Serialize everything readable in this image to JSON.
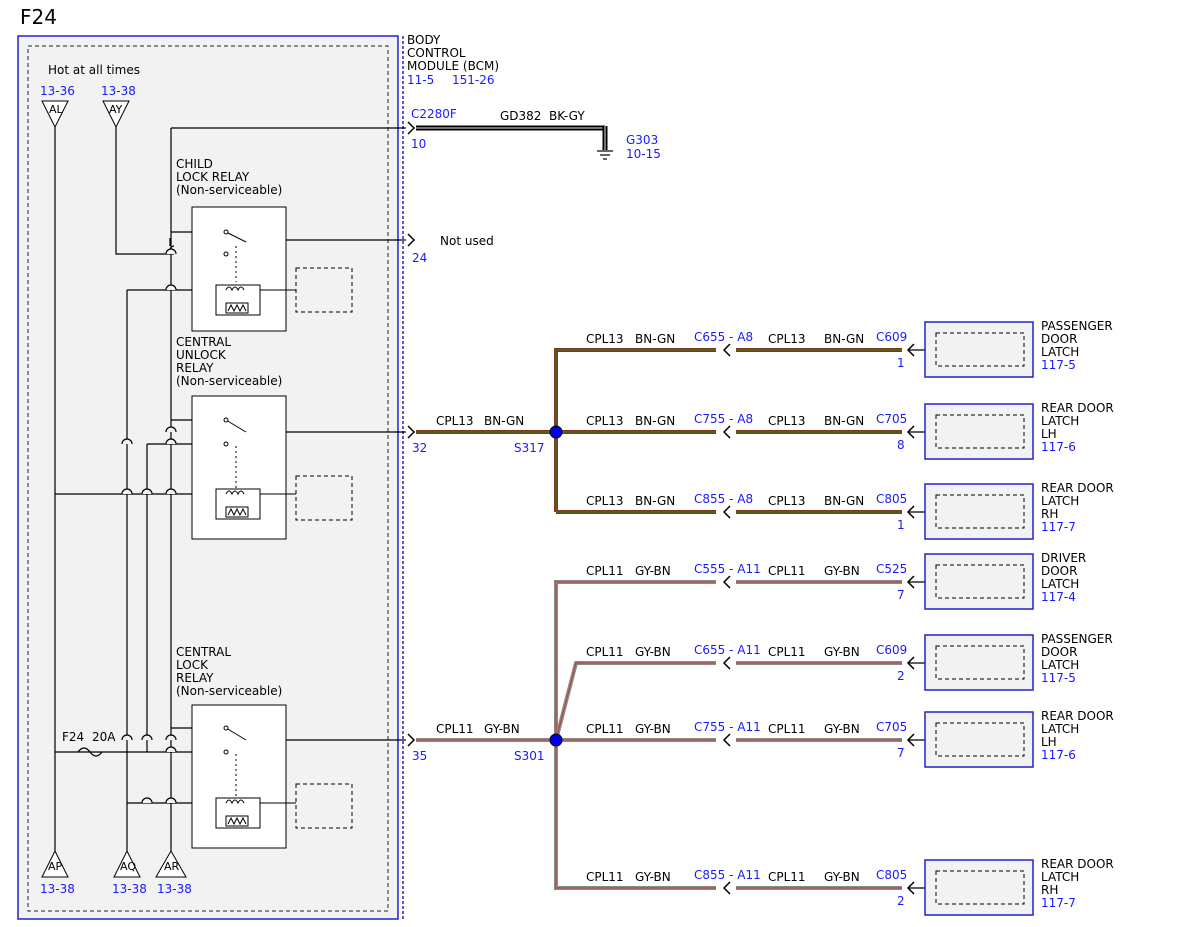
{
  "page": {
    "title": "F24"
  },
  "bcm": {
    "name": [
      "BODY",
      "CONTROL",
      "MODULE (BCM)"
    ],
    "ref1": "11-5",
    "ref2": "151-26",
    "hot_label": "Hot at all times"
  },
  "inputs": {
    "al": {
      "ref": "13-36",
      "label": "AL"
    },
    "ay": {
      "ref": "13-38",
      "label": "AY"
    }
  },
  "outputs": {
    "ap": {
      "ref": "13-38",
      "label": "AP"
    },
    "aq": {
      "ref": "13-38",
      "label": "AQ"
    },
    "ar": {
      "ref": "13-38",
      "label": "AR"
    }
  },
  "fuse": {
    "name": "F24",
    "rating": "20A"
  },
  "relays": {
    "child": [
      "CHILD",
      "LOCK RELAY",
      "(Non-serviceable)"
    ],
    "unlock": [
      "CENTRAL",
      "UNLOCK",
      "RELAY",
      "(Non-serviceable)"
    ],
    "lock": [
      "CENTRAL",
      "LOCK",
      "RELAY",
      "(Non-serviceable)"
    ]
  },
  "ground": {
    "connector": "C2280F",
    "pin": "10",
    "circuit": "GD382",
    "color": "BK-GY",
    "ground_id": "G303",
    "ground_ref": "10-15"
  },
  "not_used": {
    "pin": "24",
    "label": "Not used"
  },
  "unlock_main": {
    "pin": "32",
    "circuit": "CPL13",
    "color": "BN-GN",
    "splice": "S317"
  },
  "lock_main": {
    "pin": "35",
    "circuit": "CPL11",
    "color": "GY-BN",
    "splice": "S301"
  },
  "unlock_branches": [
    {
      "circuit": "CPL13",
      "color": "BN-GN",
      "inline": "C655 - A8",
      "connector": "C609",
      "pin": "1",
      "device": [
        "PASSENGER",
        "DOOR",
        "LATCH"
      ],
      "ref": "117-5"
    },
    {
      "circuit": "CPL13",
      "color": "BN-GN",
      "inline": "C755 - A8",
      "connector": "C705",
      "pin": "8",
      "device": [
        "REAR DOOR",
        "LATCH",
        "LH"
      ],
      "ref": "117-6"
    },
    {
      "circuit": "CPL13",
      "color": "BN-GN",
      "inline": "C855 - A8",
      "connector": "C805",
      "pin": "1",
      "device": [
        "REAR DOOR",
        "LATCH",
        "RH"
      ],
      "ref": "117-7"
    }
  ],
  "lock_branches": [
    {
      "circuit": "CPL11",
      "color": "GY-BN",
      "inline": "C555 - A11",
      "connector": "C525",
      "pin": "7",
      "device": [
        "DRIVER",
        "DOOR",
        "LATCH"
      ],
      "ref": "117-4"
    },
    {
      "circuit": "CPL11",
      "color": "GY-BN",
      "inline": "C655 - A11",
      "connector": "C609",
      "pin": "2",
      "device": [
        "PASSENGER",
        "DOOR",
        "LATCH"
      ],
      "ref": "117-5"
    },
    {
      "circuit": "CPL11",
      "color": "GY-BN",
      "inline": "C755 - A11",
      "connector": "C705",
      "pin": "7",
      "device": [
        "REAR DOOR",
        "LATCH",
        "LH"
      ],
      "ref": "117-6"
    },
    {
      "circuit": "CPL11",
      "color": "GY-BN",
      "inline": "C855 - A11",
      "connector": "C805",
      "pin": "2",
      "device": [
        "REAR DOOR",
        "LATCH",
        "RH"
      ],
      "ref": "117-7"
    }
  ],
  "colors": {
    "ref_blue": "#1a1aff",
    "brown_wire": "#7a3a1a",
    "gray_wire": "#8a8a8a",
    "red_stripe": "#c0392b",
    "splice_dot": "#0000ee"
  }
}
